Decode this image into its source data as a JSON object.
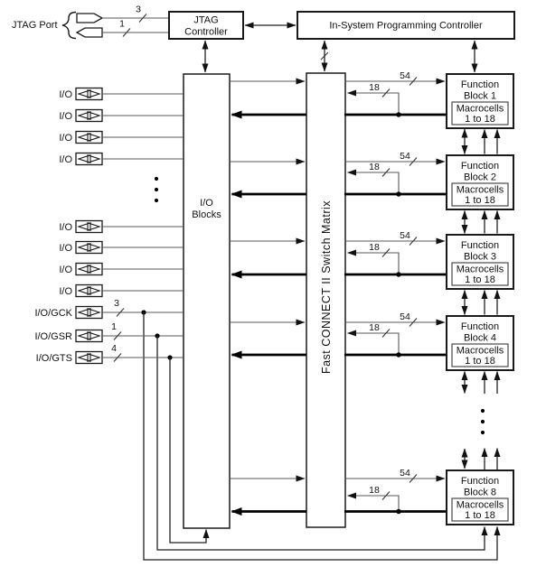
{
  "labels": {
    "jtag_port": "JTAG Port",
    "jtag_controller": [
      "JTAG",
      "Controller"
    ],
    "isp_controller": "In-System Programming Controller",
    "io_blocks": [
      "I/O",
      "Blocks"
    ],
    "switch_matrix": "Fast CONNECT II Switch Matrix",
    "macrocells": [
      "Macrocells",
      "1 to 18"
    ]
  },
  "pins": {
    "io_label": "I/O",
    "globals": [
      {
        "label": "I/O/GCK",
        "width": "3"
      },
      {
        "label": "I/O/GSR",
        "width": "1"
      },
      {
        "label": "I/O/GTS",
        "width": "4"
      }
    ]
  },
  "function_blocks": [
    {
      "line1": "Function",
      "line2": "Block 1"
    },
    {
      "line1": "Function",
      "line2": "Block 2"
    },
    {
      "line1": "Function",
      "line2": "Block 3"
    },
    {
      "line1": "Function",
      "line2": "Block 4"
    },
    {
      "line1": "Function",
      "line2": "Block 8"
    }
  ],
  "bus_widths": {
    "jtag_in": "3",
    "jtag_out": "1",
    "matrix_to_fb": "54",
    "fb_to_matrix": "18"
  },
  "colors": {
    "background": "#ffffff",
    "wire_thin": "#595959",
    "wire_thick": "#000000",
    "box_border": "#1a1a1a",
    "text": "#111111"
  }
}
